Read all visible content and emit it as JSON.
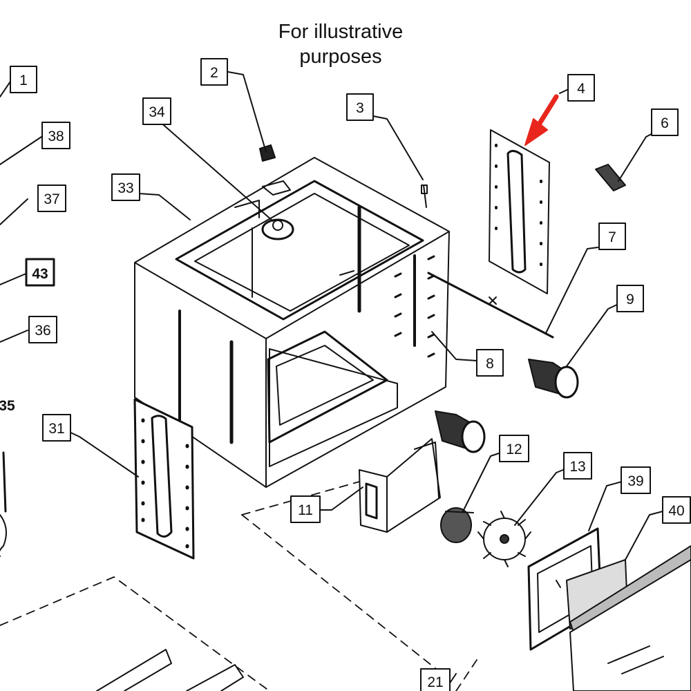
{
  "caption": {
    "line1": "For illustrative",
    "line2": "purposes"
  },
  "callouts": [
    {
      "id": "1",
      "label": "1"
    },
    {
      "id": "2",
      "label": "2"
    },
    {
      "id": "3",
      "label": "3"
    },
    {
      "id": "4",
      "label": "4",
      "highlighted": true
    },
    {
      "id": "6",
      "label": "6"
    },
    {
      "id": "7",
      "label": "7"
    },
    {
      "id": "8",
      "label": "8"
    },
    {
      "id": "9",
      "label": "9"
    },
    {
      "id": "11",
      "label": "11"
    },
    {
      "id": "12",
      "label": "12"
    },
    {
      "id": "13",
      "label": "13"
    },
    {
      "id": "21",
      "label": "21"
    },
    {
      "id": "31",
      "label": "31"
    },
    {
      "id": "33",
      "label": "33"
    },
    {
      "id": "34",
      "label": "34"
    },
    {
      "id": "35",
      "label": "35"
    },
    {
      "id": "36",
      "label": "36"
    },
    {
      "id": "37",
      "label": "37"
    },
    {
      "id": "38",
      "label": "38"
    },
    {
      "id": "39",
      "label": "39"
    },
    {
      "id": "40",
      "label": "40"
    },
    {
      "id": "43",
      "label": "43"
    }
  ],
  "colors": {
    "line": "#111111",
    "highlight_arrow": "#e8261d"
  }
}
